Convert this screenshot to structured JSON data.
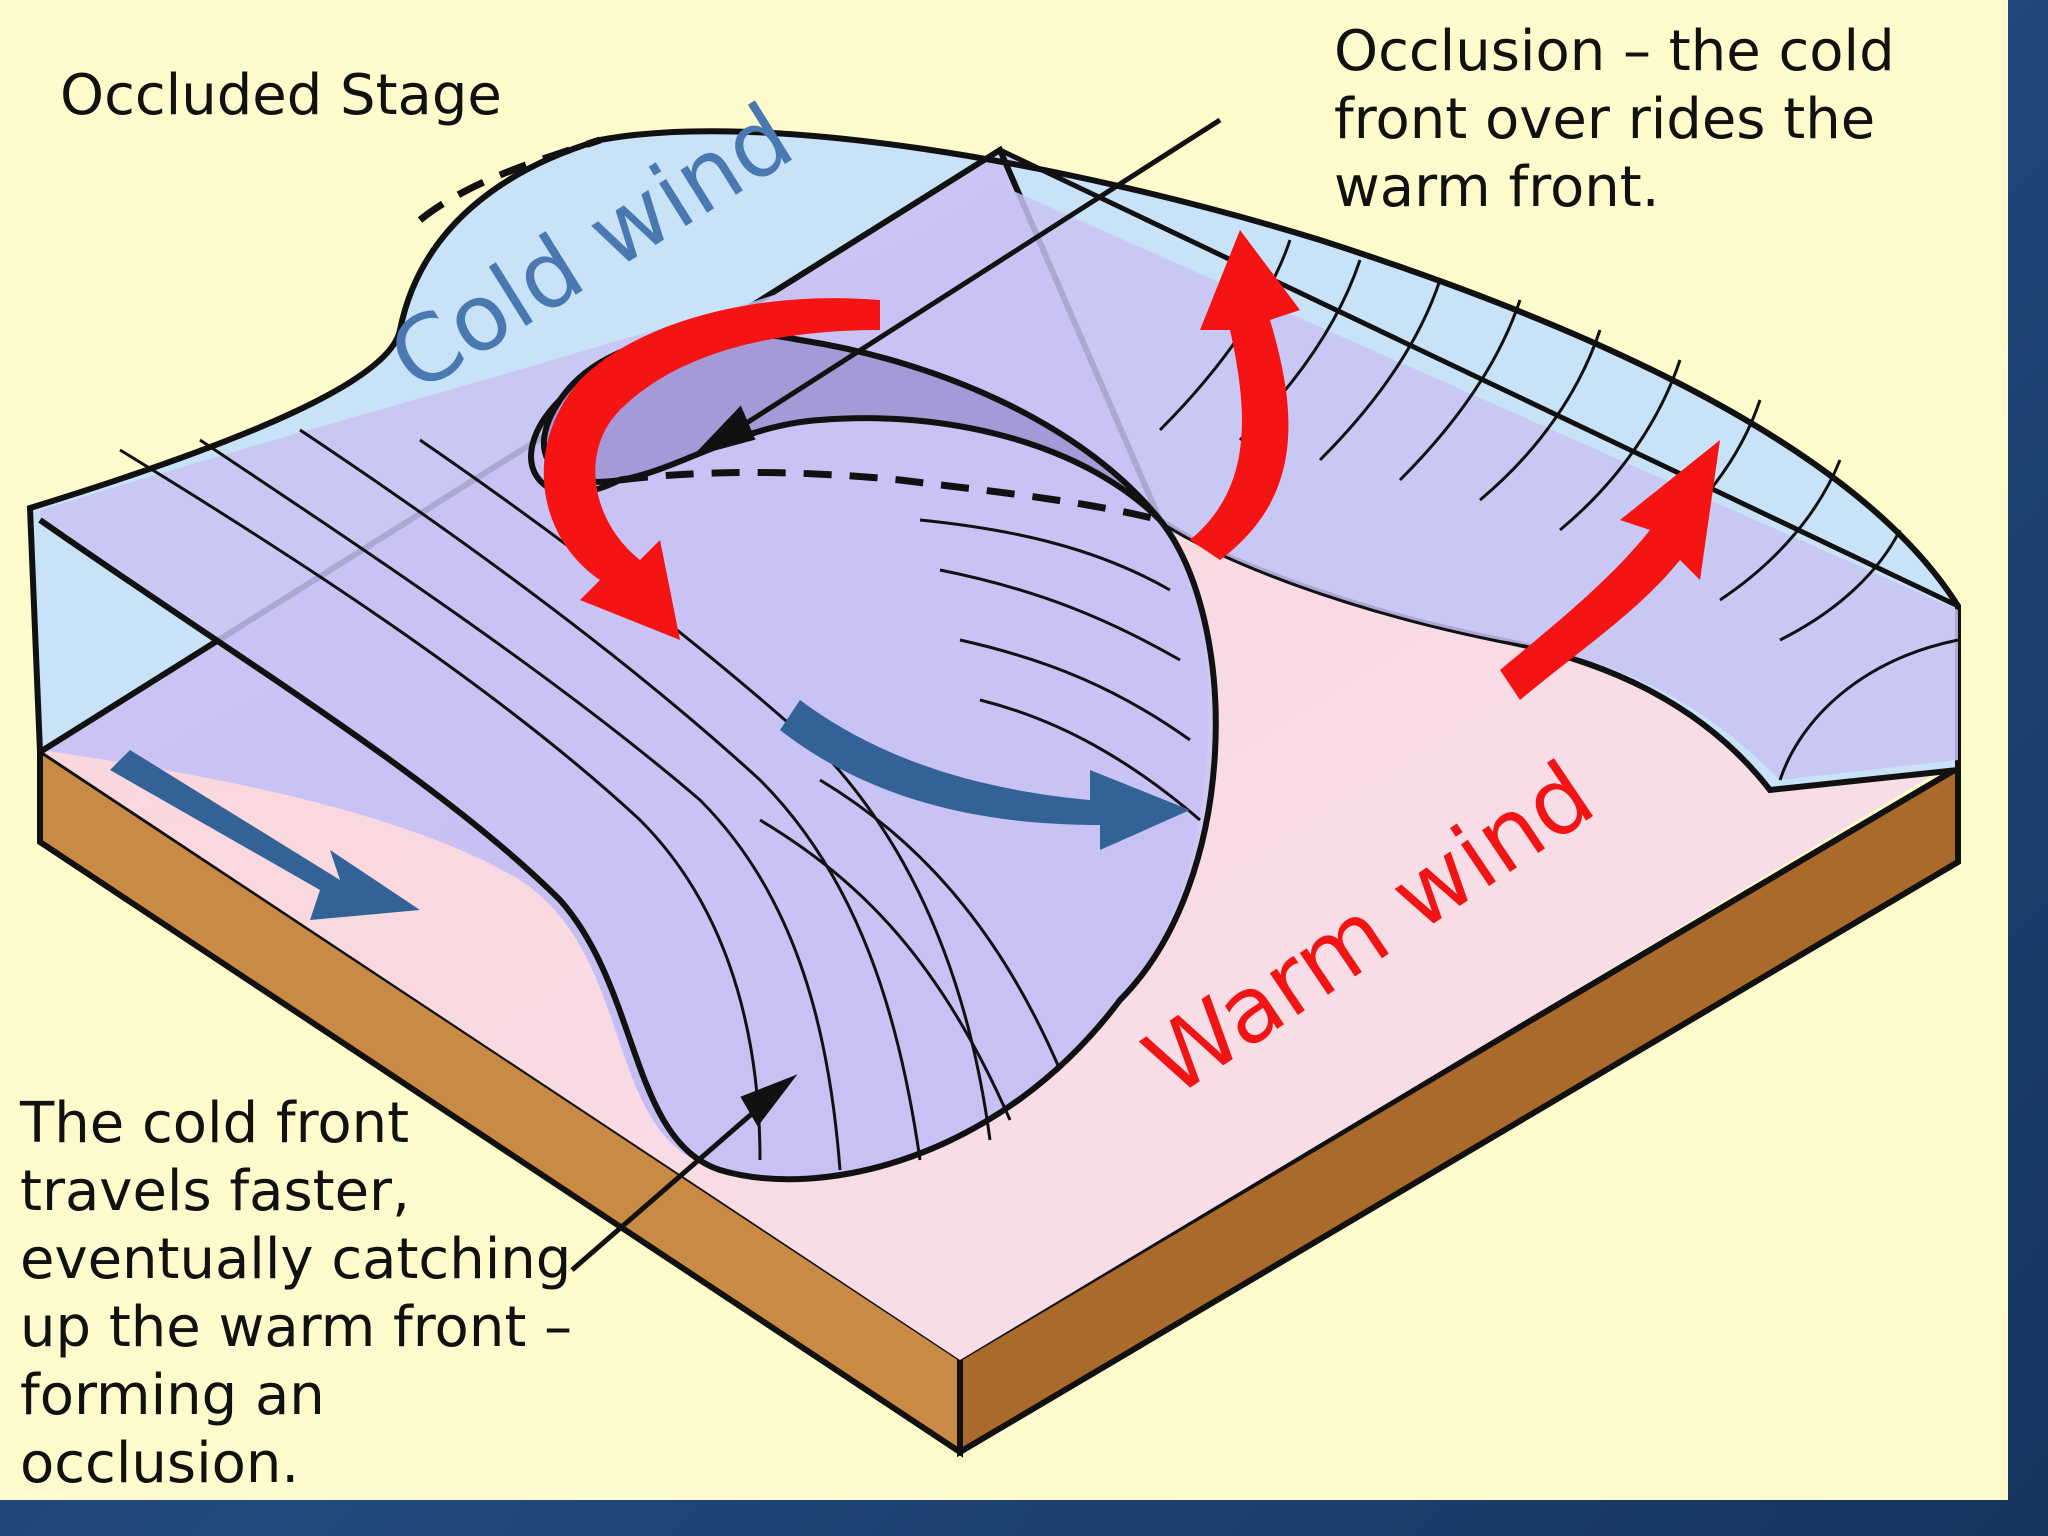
{
  "labels": {
    "title": "Occluded Stage",
    "occlusion": "Occlusion – the cold\nfront over rides the\nwarm front.",
    "cold_front": "The cold front\ntravels faster,\neventually catching\nup the warm front –\nforming an\nocclusion.",
    "cold_wind": "Cold wind",
    "warm_wind": "Warm wind"
  },
  "colors": {
    "background": "#fdfbcc",
    "frame": "#1b3a66",
    "cold_air": "#c9c3f5",
    "cold_upper": "#c8e2f8",
    "occluded_core": "#a49ad8",
    "warm_air": "#f9d6d8",
    "ground_top": "#e0a55c",
    "ground_side": "#b8742e",
    "cold_wind_text": "#4a78b0",
    "warm_wind_text": "#f01414",
    "warm_arrow": "#f51414",
    "cold_arrow": "#336396"
  }
}
